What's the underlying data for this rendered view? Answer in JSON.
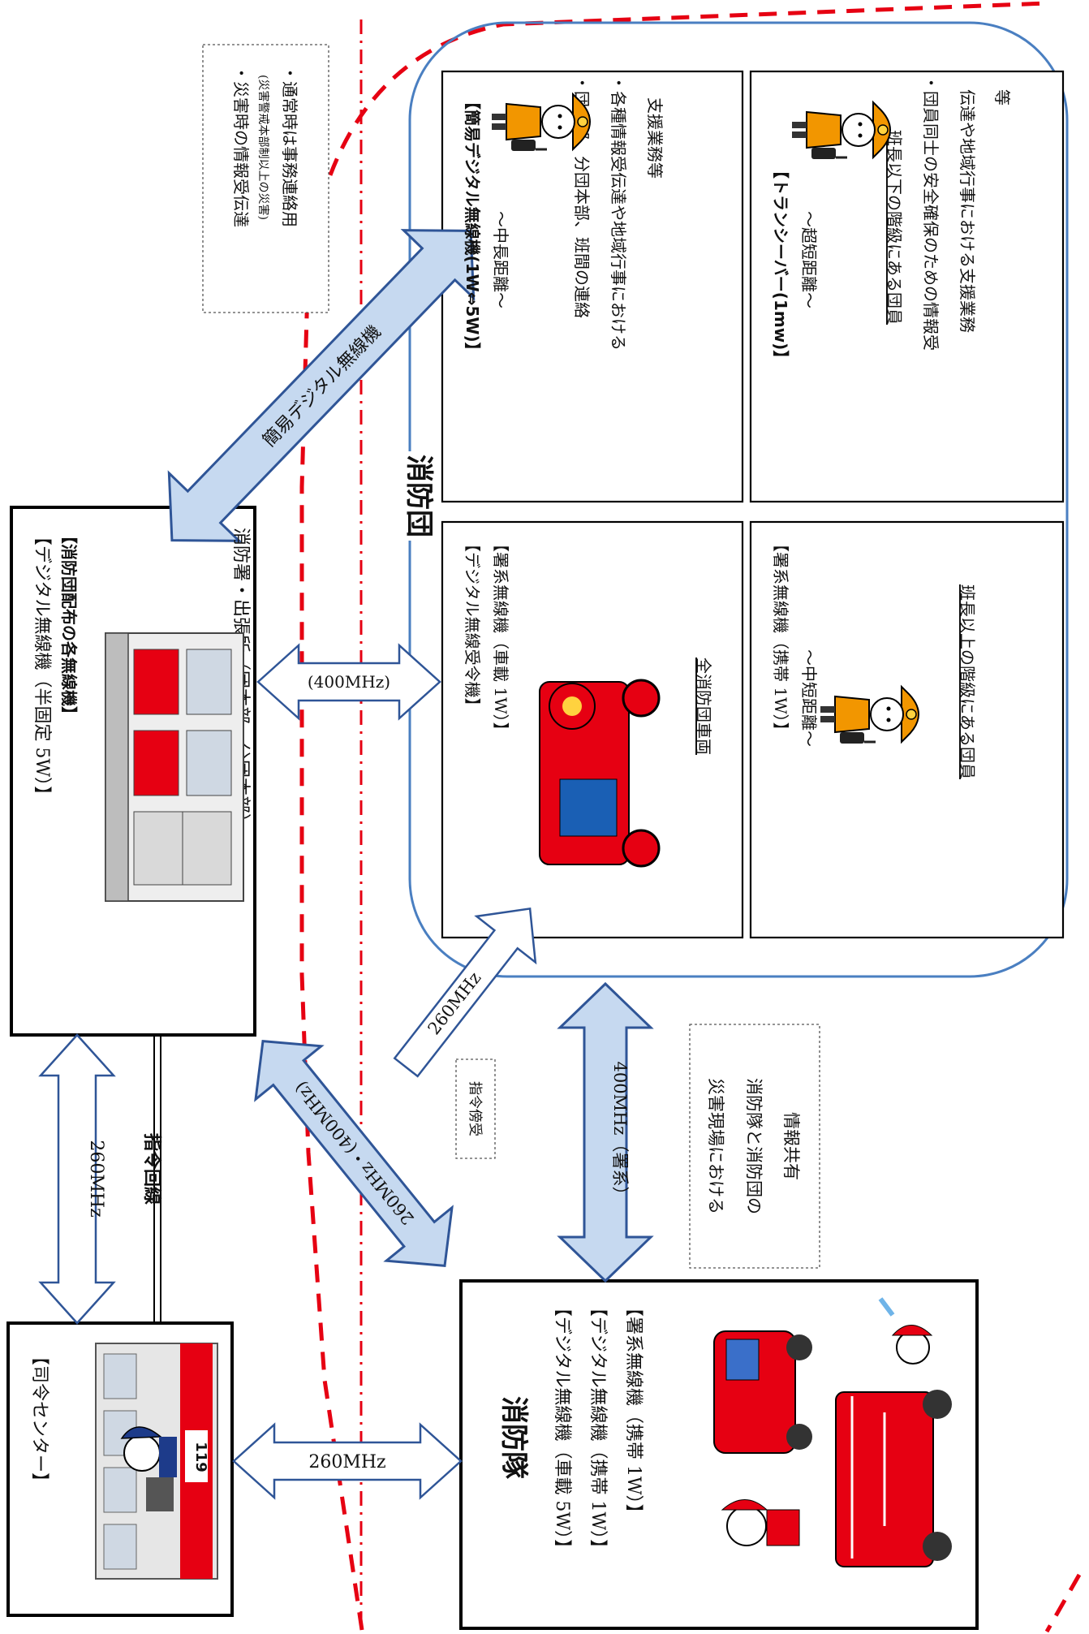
{
  "command_center": {
    "title": "【司令センター】"
  },
  "fire_station": {
    "line1": "【デジタル無線機（半固定 5W）】",
    "line2": "【消防団配布の各無線機】",
    "line3": "消防署・出張所（団本部・分団本部）"
  },
  "fire_team": {
    "title": "消防隊",
    "line1": "【デジタル無線機（車載 5W）】",
    "line2": "【デジタル無線機（携帯 1W）】",
    "line3": "【署系無線機（携帯 1W）】"
  },
  "fire_corps": {
    "title": "消防団",
    "box_vehicle": {
      "line1": "【デジタル無線受令機】",
      "line2": "【署系無線機（車載 1W）】",
      "target": "全消防団車両"
    },
    "box_portable": {
      "line1": "【署系無線機（携帯 1W）】",
      "line2": "～中短距離～",
      "target": "班長以上の階級にある団員"
    },
    "box_simple": {
      "line1": "【簡易デジタル無線機(1W⇔5W)】",
      "line2": "～中長距離～",
      "bullet1": "・団本部、分団本部、班間の連絡",
      "bullet2": "・各種情報受伝達や地域行事における",
      "bullet3": "支援業務等"
    },
    "box_transceiver": {
      "line1": "【トランシーバー(1mw)】",
      "line2": "～超短距離～",
      "target": "班長以下の階級にある団員",
      "bullet1": "・団員同士の安全確保のための情報受",
      "bullet2": "伝達や地域行事における支援業務",
      "bullet3": "等"
    }
  },
  "links": {
    "cmd_station": "260MHz",
    "command_line": "指令回線",
    "cmd_team": "260MHz",
    "station_corps": "(400MHz)",
    "simple_digital": "簡易デジタル無線機",
    "station_team": "260MHz・(400MHz)",
    "corps_vehicle_260": "260MHz",
    "team_corps_400": "400MHz（署系）"
  },
  "notes": {
    "disaster": {
      "line1": "・災害時の情報受伝達",
      "line2": "(災害警戒本部制以上の災害)",
      "line3": "・通常時は事務連絡用"
    },
    "monitor": "指令傍受",
    "sharing": {
      "line1": "災害現場における",
      "line2": "消防隊と消防団の",
      "line3": "情報共有"
    }
  },
  "colors": {
    "arrow_fill_light": "#c6d9f0",
    "arrow_stroke": "#2f5597",
    "red_dashed": "#e60012",
    "corps_border": "#4a7fc1",
    "truck_red": "#e60012",
    "helmet_orange": "#f29600"
  }
}
